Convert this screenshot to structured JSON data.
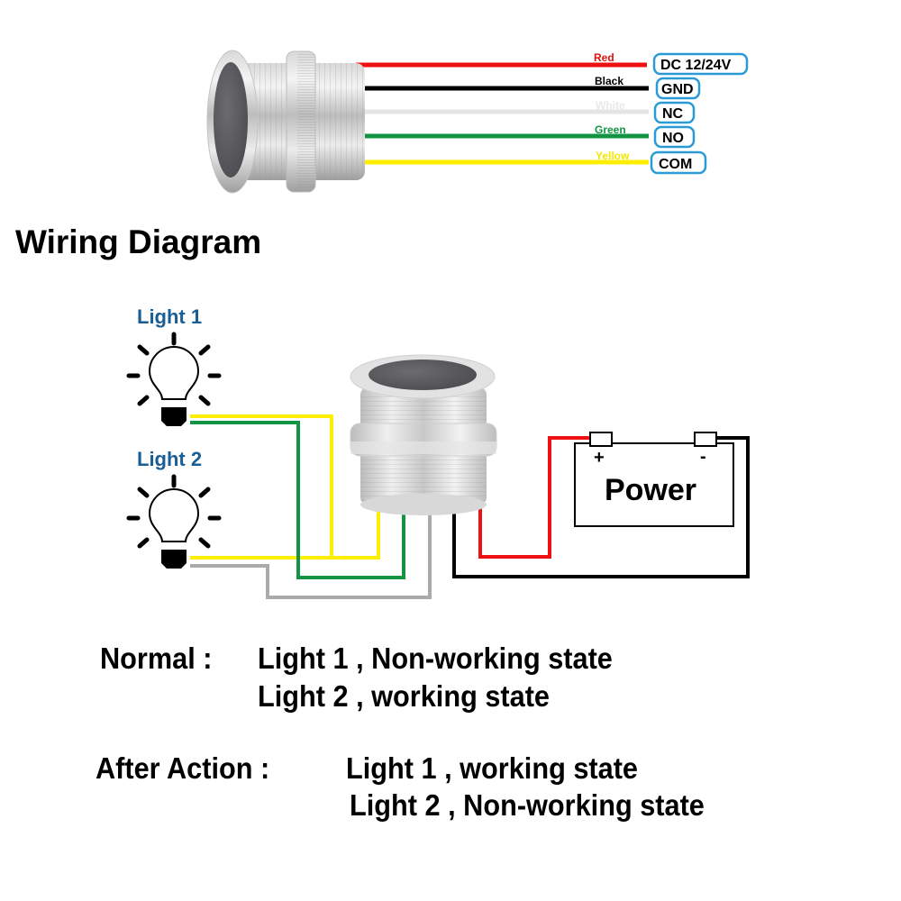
{
  "title": "Wiring Diagram",
  "product_wires": [
    {
      "color_name": "Red",
      "color": "#ee1111",
      "pin": "DC 12/24V",
      "label_color": "#e01010"
    },
    {
      "color_name": "Black",
      "color": "#000000",
      "pin": "GND",
      "label_color": "#000000"
    },
    {
      "color_name": "White",
      "color": "#e4e4e4",
      "pin": "NC",
      "label_color": "#e8e8e8"
    },
    {
      "color_name": "Green",
      "color": "#129444",
      "pin": "NO",
      "label_color": "#129444"
    },
    {
      "color_name": "Yellow",
      "color": "#ffee00",
      "pin": "COM",
      "label_color": "#f5e600"
    }
  ],
  "pin_box_border_color": "#2a9bd6",
  "lights": [
    {
      "label": "Light 1",
      "icon": "lightbulb-icon"
    },
    {
      "label": "Light 2",
      "icon": "lightbulb-icon"
    }
  ],
  "light_label_color": "#1a5e96",
  "power": {
    "label": "Power",
    "positive": "+",
    "negative": "-"
  },
  "wire_colors": {
    "yellow": "#ffee00",
    "green": "#129444",
    "gray": "#aaaaaa",
    "red": "#ee1111",
    "black": "#000000"
  },
  "states": {
    "normal": {
      "heading": "Normal :",
      "lines": [
        "Light 1 , Non-working state",
        "Light 2 , working state"
      ]
    },
    "after_action": {
      "heading": "After Action :",
      "lines": [
        "Light 1 , working state",
        "Light 2 , Non-working state"
      ]
    }
  }
}
